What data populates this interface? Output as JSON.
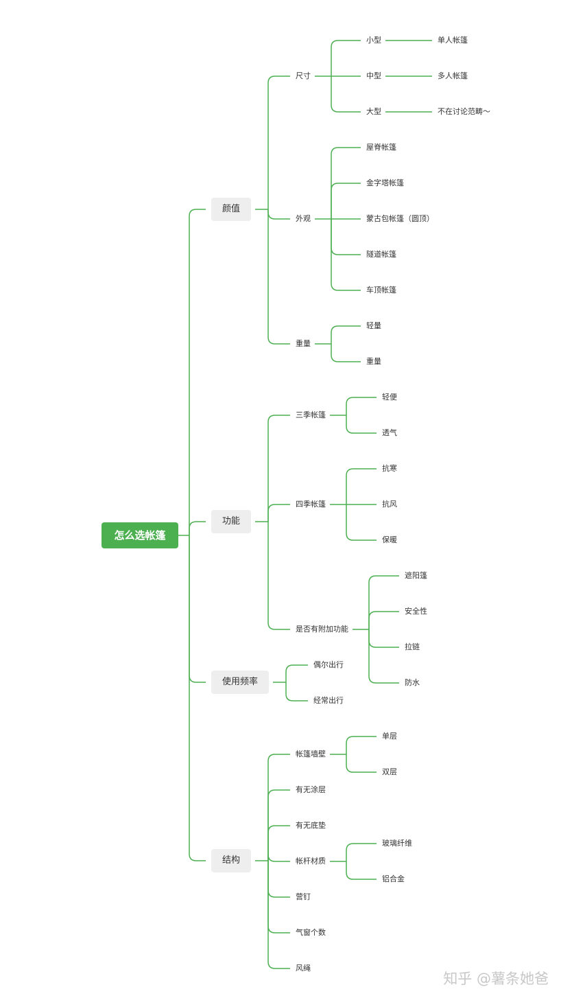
{
  "colors": {
    "line": "#4caf50",
    "root_bg": "#4caf50",
    "branch_bg": "#eeeeee",
    "text": "#333333"
  },
  "root": "怎么选帐篷",
  "nodes": {
    "yanzhi": "颜值",
    "size": "尺寸",
    "small": "小型",
    "single": "单人帐篷",
    "medium": "中型",
    "multi": "多人帐篷",
    "large": "大型",
    "out_of_scope": "不在讨论范畴～",
    "looks": "外观",
    "ridge": "屋脊帐篷",
    "pyramid": "金字塔帐篷",
    "yurt": "蒙古包帐篷（圆顶）",
    "tunnel": "隧道帐篷",
    "rooftop": "车顶帐篷",
    "weight": "重量",
    "light": "轻量",
    "heavy": "重量",
    "function": "功能",
    "three_season": "三季帐篷",
    "portable": "轻便",
    "breathable": "透气",
    "four_season": "四季帐篷",
    "cold": "抗寒",
    "wind": "抗风",
    "warm": "保暖",
    "extras": "是否有附加功能",
    "awning": "遮阳篷",
    "safety": "安全性",
    "zipper": "拉链",
    "waterproof": "防水",
    "frequency": "使用频率",
    "occasional": "偶尔出行",
    "frequent": "经常出行",
    "structure": "结构",
    "wall": "帐篷墙壁",
    "single_layer": "单层",
    "double_layer": "双层",
    "coating": "有无涂层",
    "groundsheet": "有无底垫",
    "pole": "帐杆材质",
    "fiberglass": "玻璃纤维",
    "aluminum": "铝合金",
    "stakes": "营钉",
    "vents": "气窗个数",
    "guyline": "风绳"
  },
  "watermark": "知乎 @薯条她爸"
}
